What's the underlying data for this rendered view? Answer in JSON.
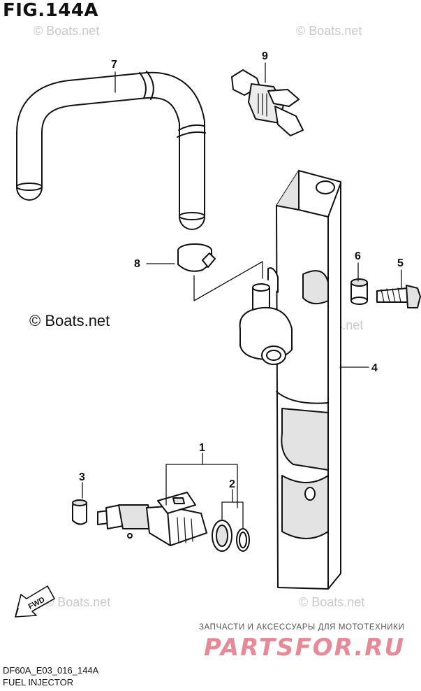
{
  "figure": {
    "title": "FIG.144A",
    "model_code": "DF60A_E03_016_144A",
    "caption": "FUEL INJECTOR"
  },
  "watermarks": {
    "site": "© Boats.net",
    "site_large": "© Boats.net"
  },
  "promo": {
    "tagline": "ЗАПЧАСТИ И АКСЕССУАРЫ ДЛЯ МОТОТЕХНИКИ",
    "brand": "PARTSFOR.RU"
  },
  "direction_badge": "FWD",
  "part_numbers": {
    "p1": "1",
    "p2": "2",
    "p3": "3",
    "p4": "4",
    "p5": "5",
    "p6": "6",
    "p7": "7",
    "p8": "8",
    "p9": "9"
  },
  "colors": {
    "line": "#111111",
    "part_fill": "#ffffff",
    "shade": "#e3e3e3",
    "watermark": "#c9c9c9",
    "promo_brand": "#e58a96"
  }
}
